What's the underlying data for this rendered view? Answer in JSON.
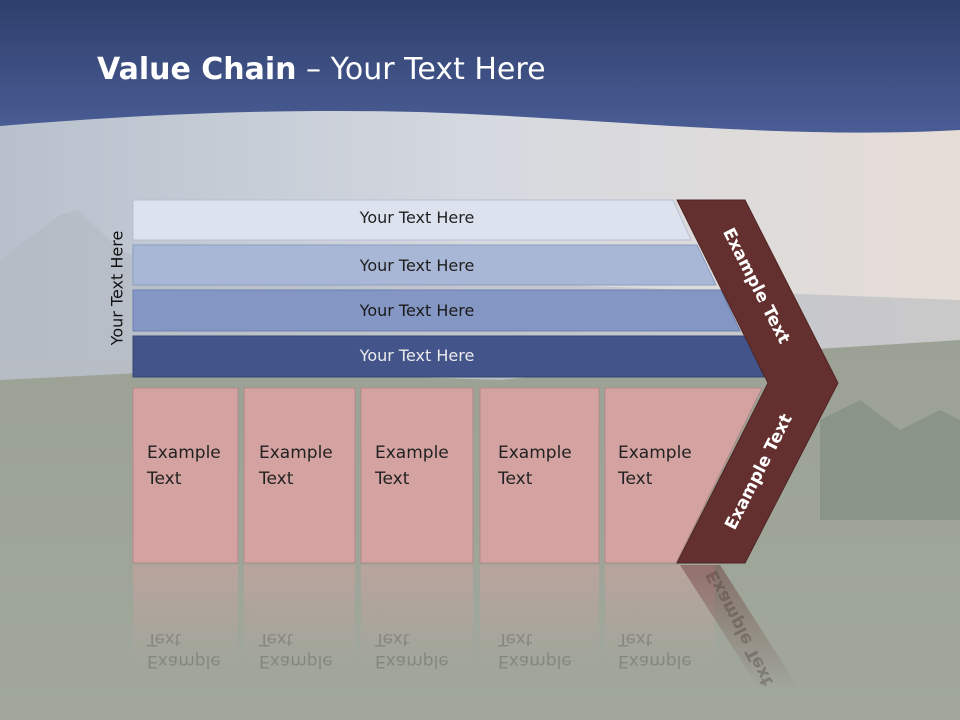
{
  "title": {
    "bold": "Value Chain",
    "rest": " – Your Text Here"
  },
  "side_label": "Your Text Here",
  "rows": [
    {
      "label": "Your Text Here",
      "fill": "#dde2ef",
      "text_color": "#222222"
    },
    {
      "label": "Your Text Here",
      "fill": "#a9b7d6",
      "text_color": "#1e1e1e"
    },
    {
      "label": "Your Text Here",
      "fill": "#8497c4",
      "text_color": "#1a1a1a"
    },
    {
      "label": "Your Text Here",
      "fill": "#425489",
      "text_color": "#ececec"
    }
  ],
  "columns": [
    {
      "line1": "Example",
      "line2": "Text"
    },
    {
      "line1": "Example",
      "line2": "Text"
    },
    {
      "line1": "Example",
      "line2": "Text"
    },
    {
      "line1": "Example",
      "line2": "Text"
    },
    {
      "line1": "Example",
      "line2": "Text"
    }
  ],
  "chevron": {
    "upper_label": "Example Text",
    "lower_label": "Example Text",
    "color": "#64302f"
  },
  "colors": {
    "header": "#3d4f85",
    "column_fill": "#d4a3a1",
    "column_border": "#b08a88"
  }
}
